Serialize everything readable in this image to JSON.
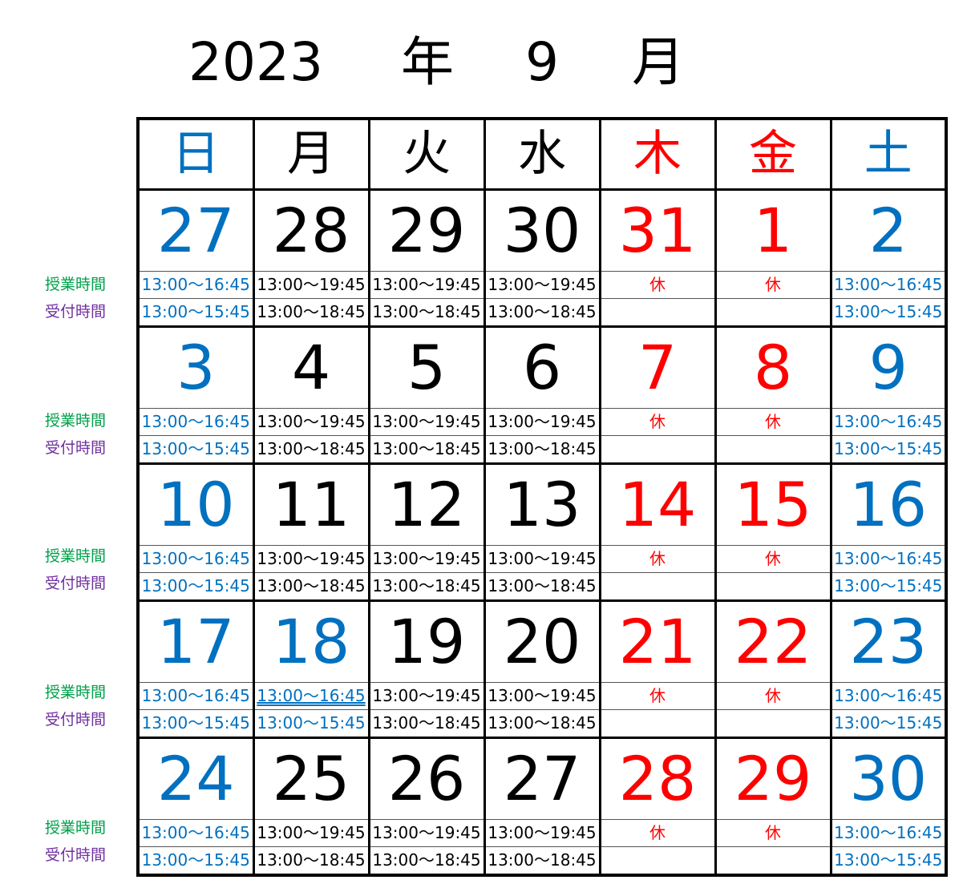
{
  "title": {
    "year": "2023",
    "nen": "年",
    "month": "9",
    "tsuki": "月"
  },
  "colors": {
    "sunday": "#0070c0",
    "weekday": "#000000",
    "holiday": "#ff0000",
    "saturday": "#0070c0",
    "lesson_label": "#00a04a",
    "reception_label": "#7030a0"
  },
  "side_labels": {
    "lesson": "授業時間",
    "reception": "受付時間"
  },
  "weekdays": [
    {
      "label": "日",
      "color": "#0070c0"
    },
    {
      "label": "月",
      "color": "#000000"
    },
    {
      "label": "火",
      "color": "#000000"
    },
    {
      "label": "水",
      "color": "#000000"
    },
    {
      "label": "木",
      "color": "#ff0000"
    },
    {
      "label": "金",
      "color": "#ff0000"
    },
    {
      "label": "土",
      "color": "#0070c0"
    }
  ],
  "weeks": [
    {
      "days": [
        {
          "date": "27",
          "color": "#0070c0",
          "lesson": "13:00～16:45",
          "reception": "13:00～15:45",
          "tcolor": "#0070c0"
        },
        {
          "date": "28",
          "color": "#000000",
          "lesson": "13:00～19:45",
          "reception": "13:00～18:45",
          "tcolor": "#000000"
        },
        {
          "date": "29",
          "color": "#000000",
          "lesson": "13:00～19:45",
          "reception": "13:00～18:45",
          "tcolor": "#000000"
        },
        {
          "date": "30",
          "color": "#000000",
          "lesson": "13:00～19:45",
          "reception": "13:00～18:45",
          "tcolor": "#000000"
        },
        {
          "date": "31",
          "color": "#ff0000",
          "lesson": "休",
          "reception": "",
          "tcolor": "#ff0000"
        },
        {
          "date": "1",
          "color": "#ff0000",
          "lesson": "休",
          "reception": "",
          "tcolor": "#ff0000"
        },
        {
          "date": "2",
          "color": "#0070c0",
          "lesson": "13:00～16:45",
          "reception": "13:00～15:45",
          "tcolor": "#0070c0"
        }
      ]
    },
    {
      "days": [
        {
          "date": "3",
          "color": "#0070c0",
          "lesson": "13:00～16:45",
          "reception": "13:00～15:45",
          "tcolor": "#0070c0"
        },
        {
          "date": "4",
          "color": "#000000",
          "lesson": "13:00～19:45",
          "reception": "13:00～18:45",
          "tcolor": "#000000"
        },
        {
          "date": "5",
          "color": "#000000",
          "lesson": "13:00～19:45",
          "reception": "13:00～18:45",
          "tcolor": "#000000"
        },
        {
          "date": "6",
          "color": "#000000",
          "lesson": "13:00～19:45",
          "reception": "13:00～18:45",
          "tcolor": "#000000"
        },
        {
          "date": "7",
          "color": "#ff0000",
          "lesson": "休",
          "reception": "",
          "tcolor": "#ff0000"
        },
        {
          "date": "8",
          "color": "#ff0000",
          "lesson": "休",
          "reception": "",
          "tcolor": "#ff0000"
        },
        {
          "date": "9",
          "color": "#0070c0",
          "lesson": "13:00～16:45",
          "reception": "13:00～15:45",
          "tcolor": "#0070c0"
        }
      ]
    },
    {
      "days": [
        {
          "date": "10",
          "color": "#0070c0",
          "lesson": "13:00～16:45",
          "reception": "13:00～15:45",
          "tcolor": "#0070c0"
        },
        {
          "date": "11",
          "color": "#000000",
          "lesson": "13:00～19:45",
          "reception": "13:00～18:45",
          "tcolor": "#000000"
        },
        {
          "date": "12",
          "color": "#000000",
          "lesson": "13:00～19:45",
          "reception": "13:00～18:45",
          "tcolor": "#000000"
        },
        {
          "date": "13",
          "color": "#000000",
          "lesson": "13:00～19:45",
          "reception": "13:00～18:45",
          "tcolor": "#000000"
        },
        {
          "date": "14",
          "color": "#ff0000",
          "lesson": "休",
          "reception": "",
          "tcolor": "#ff0000"
        },
        {
          "date": "15",
          "color": "#ff0000",
          "lesson": "休",
          "reception": "",
          "tcolor": "#ff0000"
        },
        {
          "date": "16",
          "color": "#0070c0",
          "lesson": "13:00～16:45",
          "reception": "13:00～15:45",
          "tcolor": "#0070c0"
        }
      ]
    },
    {
      "days": [
        {
          "date": "17",
          "color": "#0070c0",
          "lesson": "13:00～16:45",
          "reception": "13:00～15:45",
          "tcolor": "#0070c0"
        },
        {
          "date": "18",
          "color": "#0070c0",
          "lesson": "13:00～16:45",
          "reception": "13:00～15:45",
          "tcolor": "#0070c0",
          "underline": true
        },
        {
          "date": "19",
          "color": "#000000",
          "lesson": "13:00～19:45",
          "reception": "13:00～18:45",
          "tcolor": "#000000"
        },
        {
          "date": "20",
          "color": "#000000",
          "lesson": "13:00～19:45",
          "reception": "13:00～18:45",
          "tcolor": "#000000"
        },
        {
          "date": "21",
          "color": "#ff0000",
          "lesson": "休",
          "reception": "",
          "tcolor": "#ff0000"
        },
        {
          "date": "22",
          "color": "#ff0000",
          "lesson": "休",
          "reception": "",
          "tcolor": "#ff0000"
        },
        {
          "date": "23",
          "color": "#0070c0",
          "lesson": "13:00～16:45",
          "reception": "13:00～15:45",
          "tcolor": "#0070c0"
        }
      ]
    },
    {
      "days": [
        {
          "date": "24",
          "color": "#0070c0",
          "lesson": "13:00～16:45",
          "reception": "13:00～15:45",
          "tcolor": "#0070c0"
        },
        {
          "date": "25",
          "color": "#000000",
          "lesson": "13:00～19:45",
          "reception": "13:00～18:45",
          "tcolor": "#000000"
        },
        {
          "date": "26",
          "color": "#000000",
          "lesson": "13:00～19:45",
          "reception": "13:00～18:45",
          "tcolor": "#000000"
        },
        {
          "date": "27",
          "color": "#000000",
          "lesson": "13:00～19:45",
          "reception": "13:00～18:45",
          "tcolor": "#000000"
        },
        {
          "date": "28",
          "color": "#ff0000",
          "lesson": "休",
          "reception": "",
          "tcolor": "#ff0000"
        },
        {
          "date": "29",
          "color": "#ff0000",
          "lesson": "休",
          "reception": "",
          "tcolor": "#ff0000"
        },
        {
          "date": "30",
          "color": "#0070c0",
          "lesson": "13:00～16:45",
          "reception": "13:00～15:45",
          "tcolor": "#0070c0"
        }
      ]
    }
  ]
}
